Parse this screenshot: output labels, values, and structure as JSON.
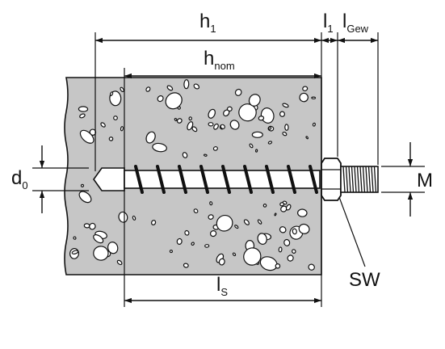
{
  "labels": {
    "h1_main": "h",
    "h1_sub": "1",
    "hnom_main": "h",
    "hnom_sub": "nom",
    "l1_main": "l",
    "l1_sub": "1",
    "lgew_main": "l",
    "lgew_sub": "Gew",
    "d0_main": "d",
    "d0_sub": "0",
    "M": "M",
    "ls_main": "l",
    "ls_sub": "S",
    "SW": "SW"
  },
  "colors": {
    "line": "#111111",
    "concrete": "#c6c6c6",
    "background": "#ffffff"
  }
}
